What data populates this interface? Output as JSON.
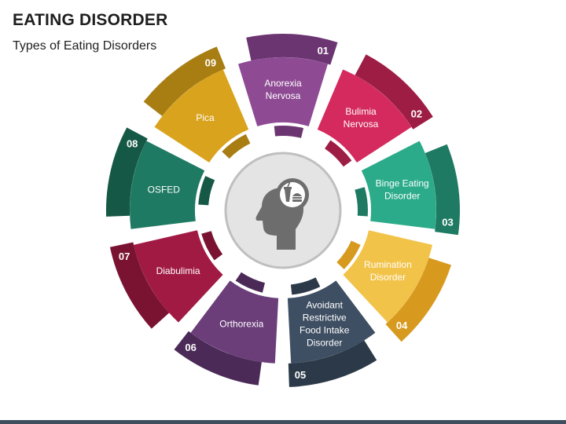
{
  "title": "EATING DISORDER",
  "subtitle": "Types of Eating Disorders",
  "segments": [
    {
      "number": "01",
      "lines": [
        "Anorexia",
        "Nervosa"
      ],
      "color": "#8e4b94",
      "dark": "#6b3571"
    },
    {
      "number": "02",
      "lines": [
        "Bulimia",
        "Nervosa"
      ],
      "color": "#d42a5e",
      "dark": "#9e1d45"
    },
    {
      "number": "03",
      "lines": [
        "Binge Eating",
        "Disorder"
      ],
      "color": "#2bab8a",
      "dark": "#1e7a62"
    },
    {
      "number": "04",
      "lines": [
        "Rumination",
        "Disorder"
      ],
      "color": "#f2c349",
      "dark": "#d79a1e"
    },
    {
      "number": "05",
      "lines": [
        "Avoidant",
        "Restrictive",
        "Food Intake",
        "Disorder"
      ],
      "color": "#3f4f63",
      "dark": "#2c3948"
    },
    {
      "number": "06",
      "lines": [
        "Orthorexia"
      ],
      "color": "#6b3e7a",
      "dark": "#4b2a57"
    },
    {
      "number": "07",
      "lines": [
        "Diabulimia"
      ],
      "color": "#a11a44",
      "dark": "#791331"
    },
    {
      "number": "08",
      "lines": [
        "OSFED"
      ],
      "color": "#1f7a63",
      "dark": "#165846"
    },
    {
      "number": "09",
      "lines": [
        "Pica"
      ],
      "color": "#d9a31e",
      "dark": "#a87d12"
    }
  ],
  "center": {
    "icon": "head-with-food-thought-icon",
    "ring_color": "#bfbfbf",
    "fill_color": "#e4e4e4",
    "head_color": "#6d6d6d"
  }
}
